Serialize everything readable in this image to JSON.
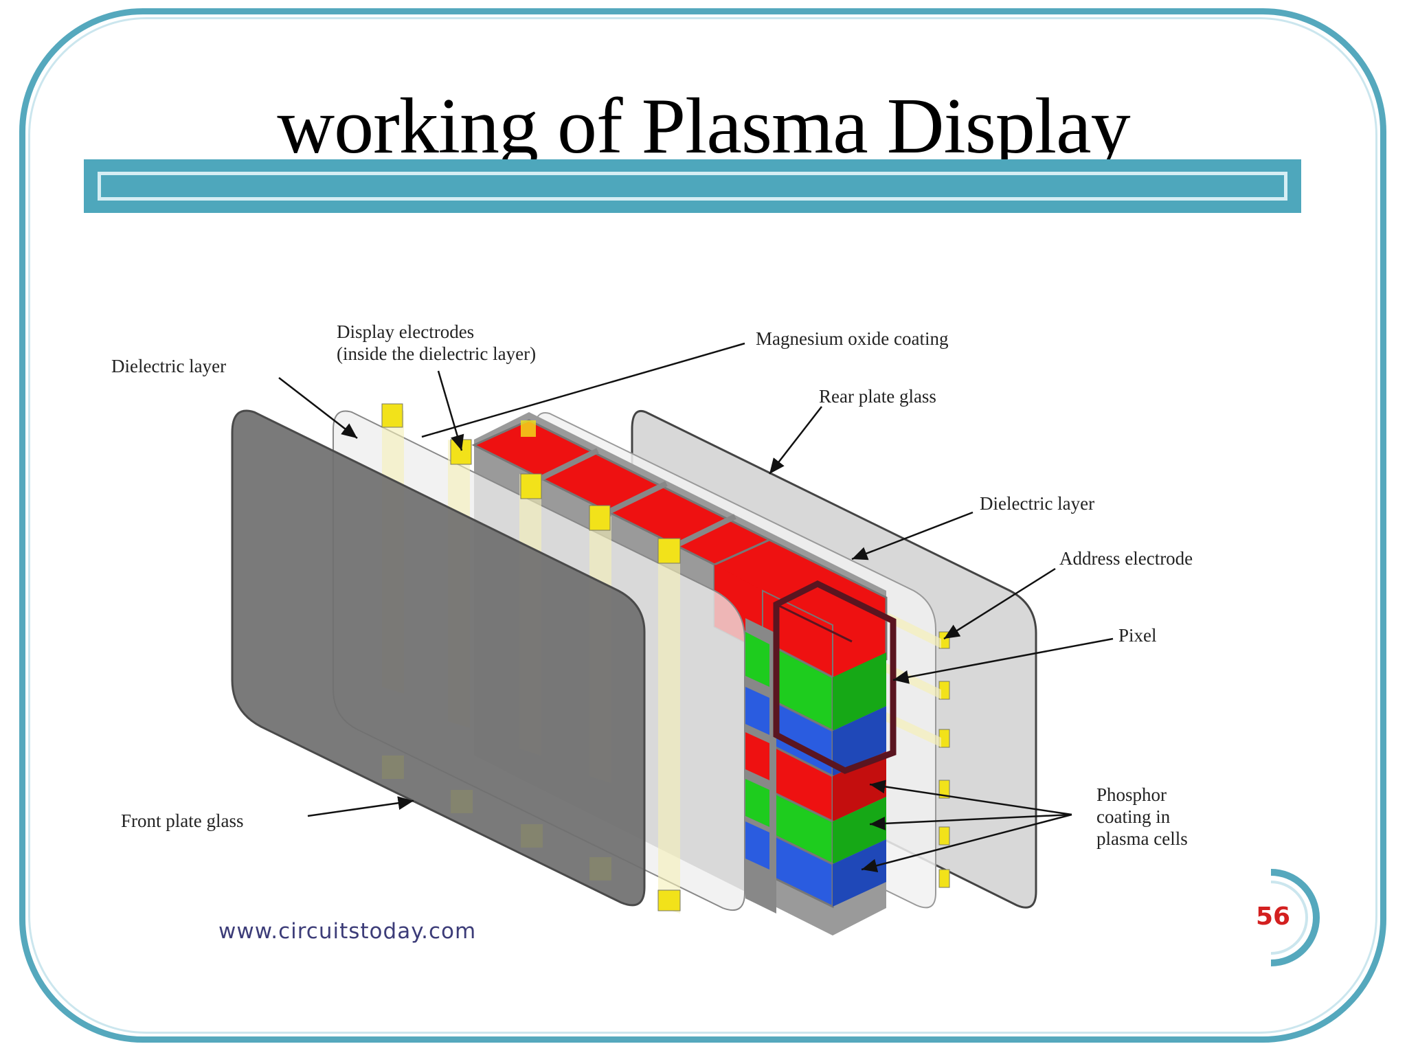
{
  "slide": {
    "title": "working of Plasma Display",
    "page_number": "56"
  },
  "diagram": {
    "source": "www.circuitstoday.com",
    "labels": {
      "dielectric_layer_front": "Dielectric layer",
      "display_electrodes_line1": "Display electrodes",
      "display_electrodes_line2": "(inside the dielectric layer)",
      "magnesium_oxide": "Magnesium oxide coating",
      "rear_plate_glass": "Rear plate glass",
      "dielectric_layer_rear": "Dielectric layer",
      "address_electrode": "Address electrode",
      "pixel": "Pixel",
      "phosphor_line1": "Phosphor",
      "phosphor_line2": "coating in",
      "phosphor_line3": "plasma cells",
      "front_plate_glass": "Front plate glass"
    },
    "colors": {
      "frame": "#55a8bd",
      "title_bar": "#4ea7bc",
      "red_phosphor": "#ee1111",
      "green_phosphor": "#1ecc1e",
      "blue_phosphor": "#2a5ce0",
      "electrode": "#f2e21a",
      "pixel_outline": "#5a1520",
      "front_glass": "#7a7a7a",
      "page_number": "#d32020"
    }
  }
}
